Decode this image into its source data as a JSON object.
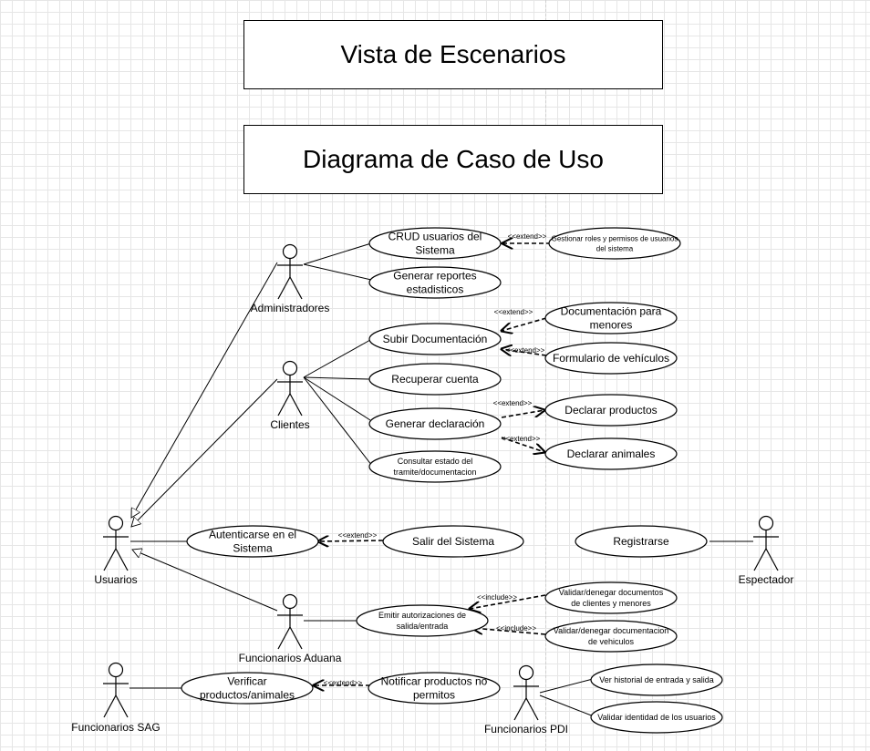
{
  "titles": {
    "view": "Vista de Escenarios",
    "diagram": "Diagrama de Caso de Uso"
  },
  "actors": {
    "administradores": "Administradores",
    "clientes": "Clientes",
    "usuarios": "Usuarios",
    "funcionarios_aduana": "Funcionarios Aduana",
    "funcionarios_sag": "Funcionarios SAG",
    "funcionarios_pdi": "Funcionarios PDI",
    "espectador": "Espectador"
  },
  "use_cases": {
    "crud_usuarios": [
      "CRUD usuarios del",
      "Sistema"
    ],
    "gestionar_roles": [
      "Gestionar roles y permisos de usuarios",
      "del sistema"
    ],
    "generar_reportes": [
      "Generar reportes",
      "estadisticos"
    ],
    "subir_documentacion": [
      "Subir Documentación"
    ],
    "documentacion_menores": [
      "Documentación para",
      "menores"
    ],
    "formulario_vehiculos": [
      "Formulario de vehículos"
    ],
    "recuperar_cuenta": [
      "Recuperar cuenta"
    ],
    "generar_declaracion": [
      "Generar declaración"
    ],
    "declarar_productos": [
      "Declarar productos"
    ],
    "declarar_animales": [
      "Declarar animales"
    ],
    "consultar_estado": [
      "Consultar estado del",
      "tramite/documentacion"
    ],
    "autenticarse": [
      "Autenticarse en el",
      "Sistema"
    ],
    "salir_sistema": [
      "Salir del Sistema"
    ],
    "registrarse": [
      "Registrarse"
    ],
    "emitir_autorizaciones": [
      "Emitir autorizaciones de",
      "salida/entrada"
    ],
    "validar_docs_clientes": [
      "Validar/denegar documentos",
      "de clientes y menores"
    ],
    "validar_docs_vehiculos": [
      "Validar/denegar documentacion",
      "de vehiculos"
    ],
    "verificar_productos": [
      "Verificar",
      "productos/animales"
    ],
    "notificar_productos": [
      "Notificar productos no",
      "permitos"
    ],
    "ver_historial": [
      "Ver historial de entrada y salida"
    ],
    "validar_identidad": [
      "Validar identidad de los usuarios"
    ]
  },
  "stereotypes": {
    "extend": "<<extend>>",
    "include": "<<include>>"
  }
}
